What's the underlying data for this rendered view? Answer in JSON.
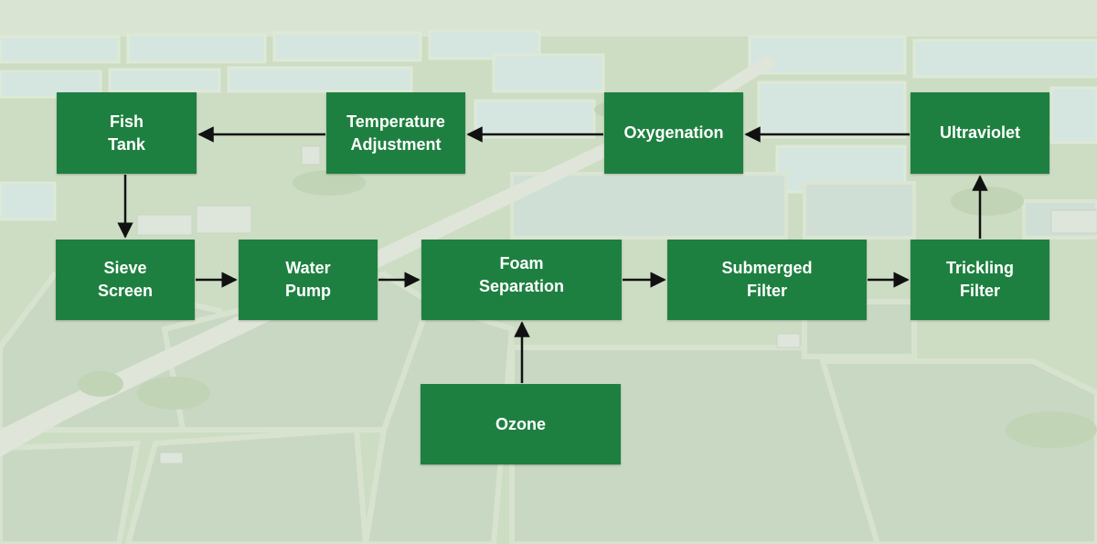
{
  "nodes": {
    "fish_tank": "Fish\nTank",
    "temperature": "Temperature\nAdjustment",
    "oxygenation": "Oxygenation",
    "ultraviolet": "Ultraviolet",
    "sieve": "Sieve\nScreen",
    "pump": "Water\nPump",
    "foam": "Foam\nSeparation",
    "submerged": "Submerged\nFilter",
    "trickling": "Trickling\nFilter",
    "ozone": "Ozone"
  },
  "colors": {
    "box": "#1e8040",
    "text": "#ffffff",
    "arrow": "#111111"
  },
  "edges": [
    [
      "sieve",
      "pump"
    ],
    [
      "pump",
      "foam"
    ],
    [
      "foam",
      "submerged"
    ],
    [
      "submerged",
      "trickling"
    ],
    [
      "trickling",
      "ultraviolet"
    ],
    [
      "ultraviolet",
      "oxygenation"
    ],
    [
      "oxygenation",
      "temperature"
    ],
    [
      "temperature",
      "fish_tank"
    ],
    [
      "fish_tank",
      "sieve"
    ],
    [
      "ozone",
      "foam"
    ]
  ]
}
